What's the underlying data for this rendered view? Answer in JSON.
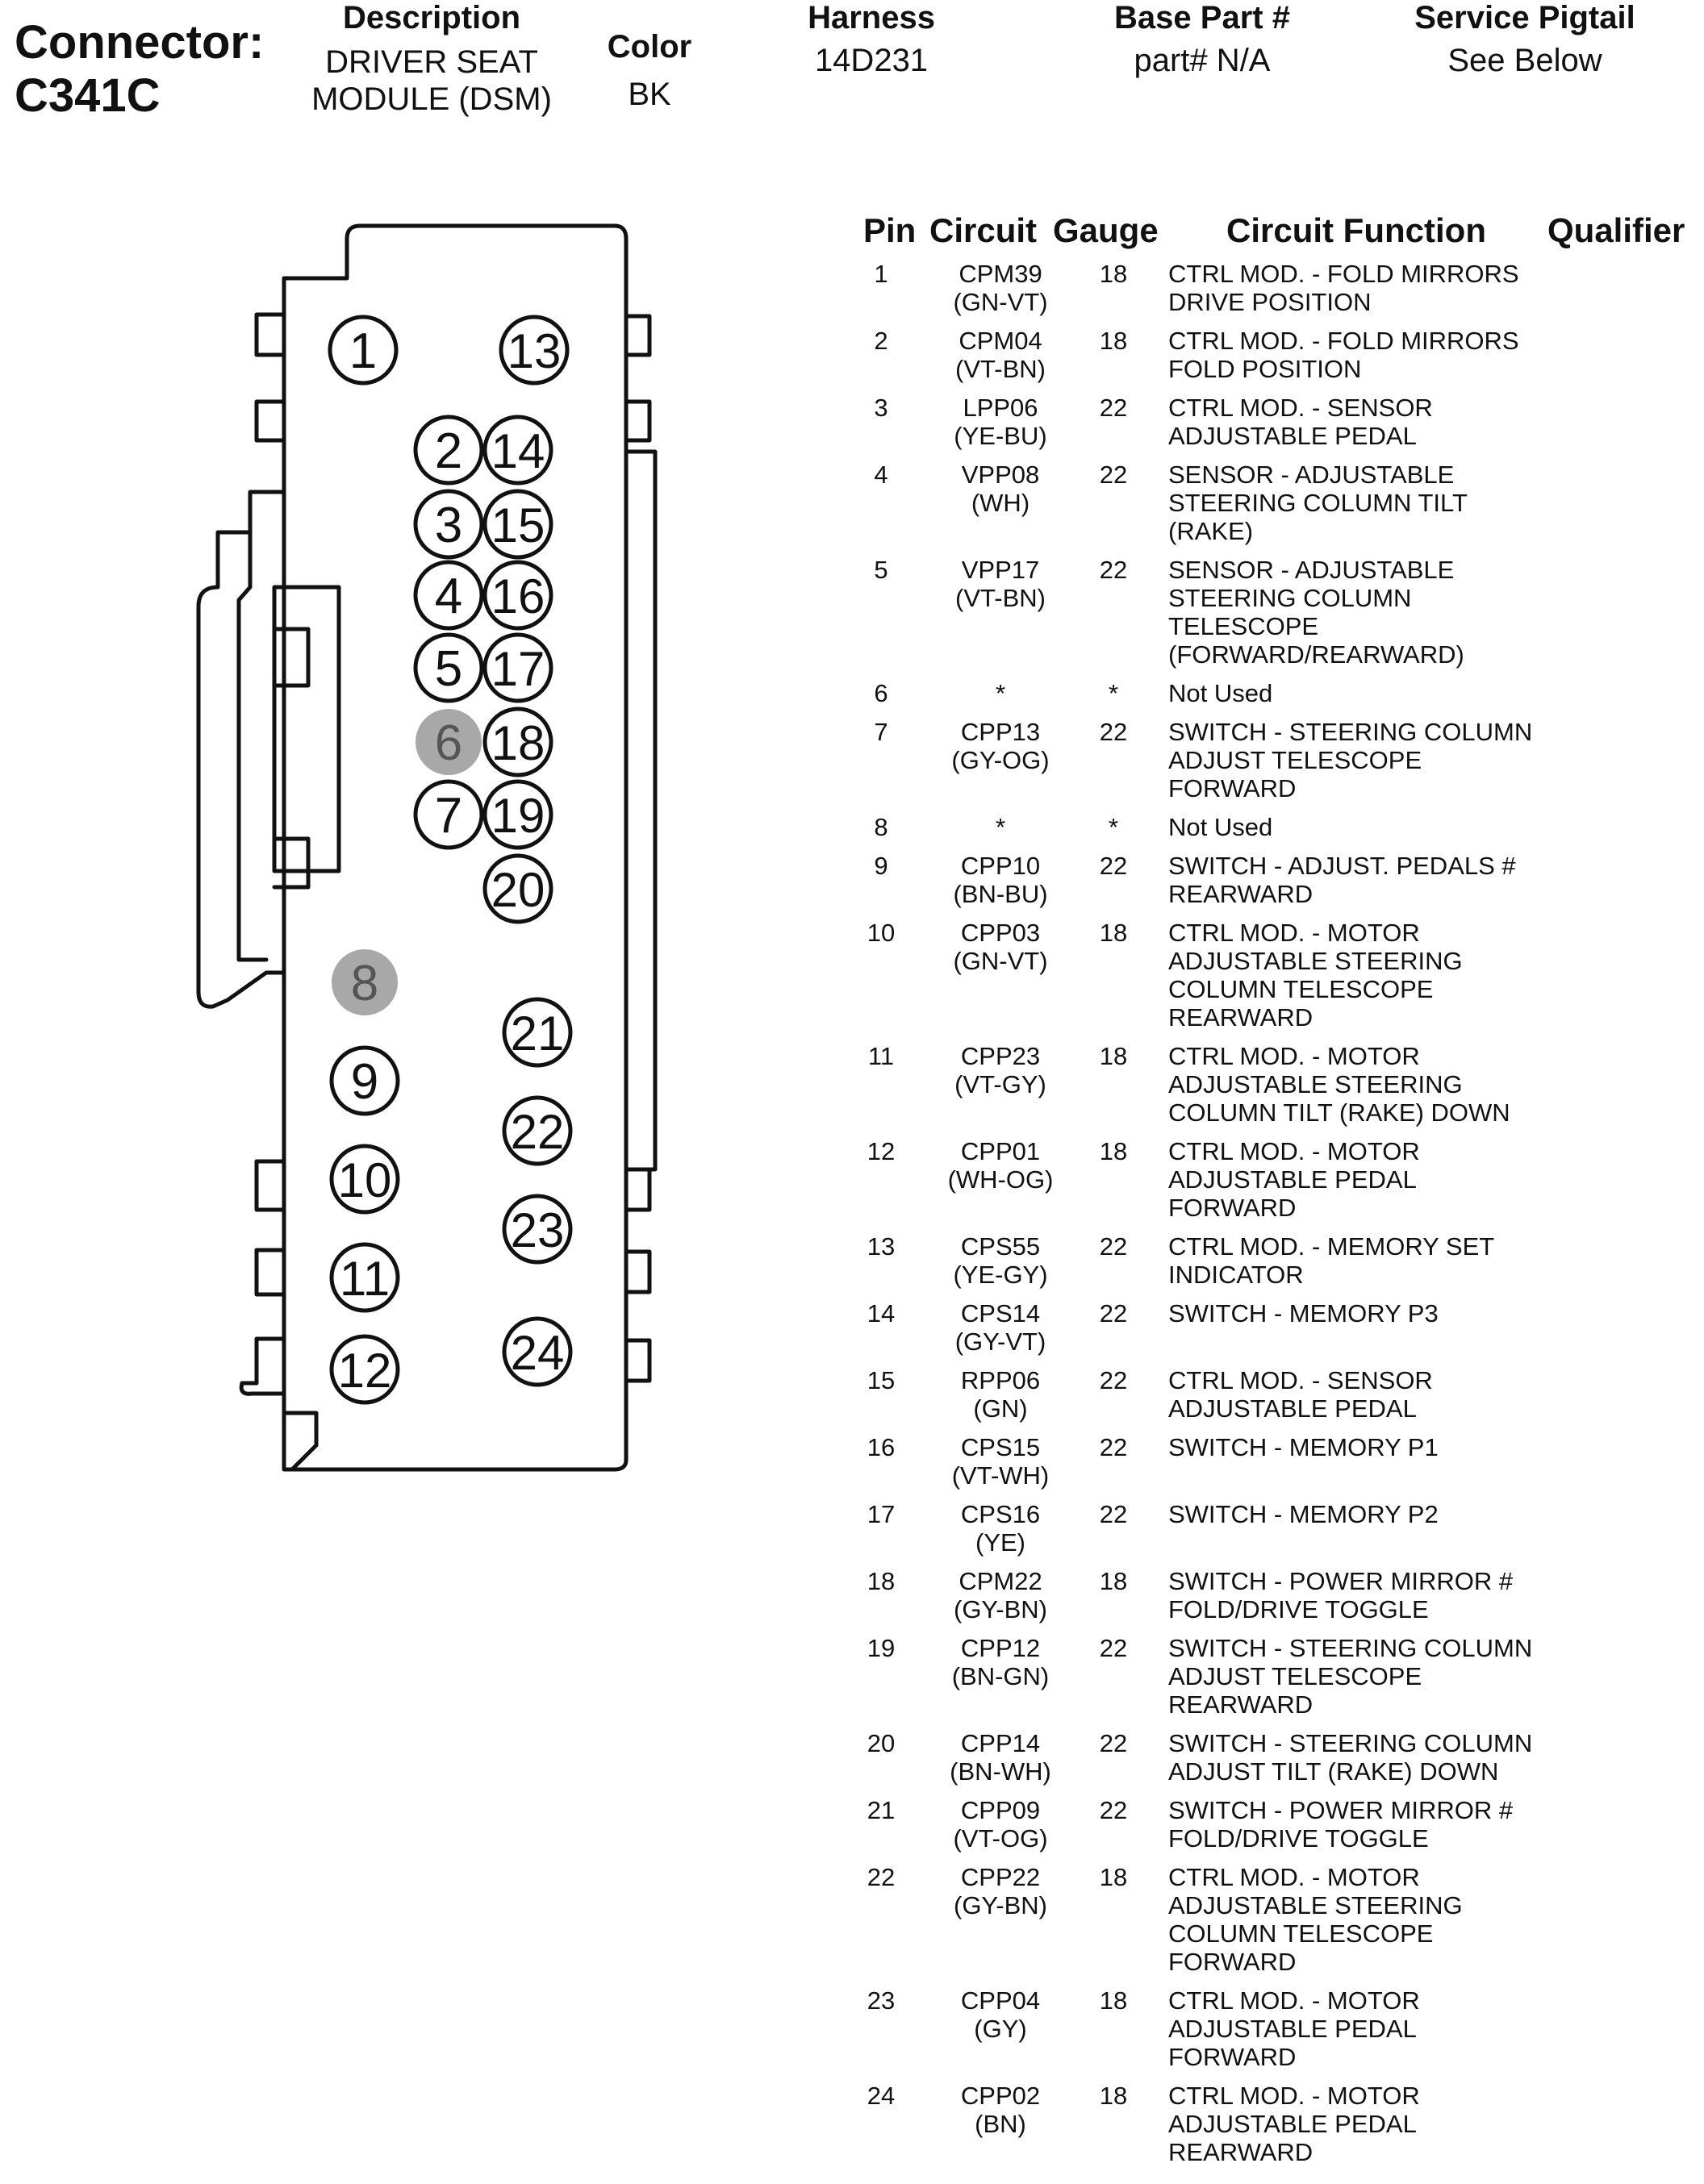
{
  "header": {
    "connector_label": "Connector:",
    "connector_id": "C341C",
    "description_title": "Description",
    "description_lines": [
      "DRIVER SEAT",
      "MODULE (DSM)"
    ],
    "color_title": "Color",
    "color_value": "BK",
    "harness_title": "Harness",
    "harness_value": "14D231",
    "base_part_title": "Base Part #",
    "base_part_value": "part# N/A",
    "pigtail_title": "Service Pigtail",
    "pigtail_value": "See Below"
  },
  "table": {
    "headers": {
      "pin": "Pin",
      "circuit": "Circuit",
      "gauge": "Gauge",
      "function": "Circuit Function",
      "qualifier": "Qualifier"
    },
    "rows": [
      {
        "pin": "1",
        "circuit": [
          "CPM39",
          "(GN-VT)"
        ],
        "gauge": "18",
        "function": [
          "CTRL MOD. - FOLD MIRRORS",
          "DRIVE POSITION"
        ]
      },
      {
        "pin": "2",
        "circuit": [
          "CPM04",
          "(VT-BN)"
        ],
        "gauge": "18",
        "function": [
          "CTRL MOD. - FOLD MIRRORS",
          "FOLD POSITION"
        ]
      },
      {
        "pin": "3",
        "circuit": [
          "LPP06",
          "(YE-BU)"
        ],
        "gauge": "22",
        "function": [
          "CTRL MOD. - SENSOR",
          "ADJUSTABLE PEDAL"
        ]
      },
      {
        "pin": "4",
        "circuit": [
          "VPP08",
          "(WH)"
        ],
        "gauge": "22",
        "function": [
          "SENSOR - ADJUSTABLE",
          "STEERING COLUMN TILT",
          "(RAKE)"
        ]
      },
      {
        "pin": "5",
        "circuit": [
          "VPP17",
          "(VT-BN)"
        ],
        "gauge": "22",
        "function": [
          "SENSOR - ADJUSTABLE",
          "STEERING COLUMN",
          "TELESCOPE",
          "(FORWARD/REARWARD)"
        ]
      },
      {
        "pin": "6",
        "circuit": [
          "*"
        ],
        "gauge": "*",
        "function": [
          "Not Used"
        ]
      },
      {
        "pin": "7",
        "circuit": [
          "CPP13",
          "(GY-OG)"
        ],
        "gauge": "22",
        "function": [
          "SWITCH - STEERING COLUMN",
          "ADJUST TELESCOPE",
          "FORWARD"
        ]
      },
      {
        "pin": "8",
        "circuit": [
          "*"
        ],
        "gauge": "*",
        "function": [
          "Not Used"
        ]
      },
      {
        "pin": "9",
        "circuit": [
          "CPP10",
          "(BN-BU)"
        ],
        "gauge": "22",
        "function": [
          "SWITCH - ADJUST. PEDALS #",
          "REARWARD"
        ]
      },
      {
        "pin": "10",
        "circuit": [
          "CPP03",
          "(GN-VT)"
        ],
        "gauge": "18",
        "function": [
          "CTRL MOD. - MOTOR",
          "ADJUSTABLE STEERING",
          "COLUMN TELESCOPE",
          "REARWARD"
        ]
      },
      {
        "pin": "11",
        "circuit": [
          "CPP23",
          "(VT-GY)"
        ],
        "gauge": "18",
        "function": [
          "CTRL MOD. - MOTOR",
          "ADJUSTABLE STEERING",
          "COLUMN TILT (RAKE) DOWN"
        ]
      },
      {
        "pin": "12",
        "circuit": [
          "CPP01",
          "(WH-OG)"
        ],
        "gauge": "18",
        "function": [
          "CTRL MOD. - MOTOR",
          "ADJUSTABLE PEDAL",
          "FORWARD"
        ]
      },
      {
        "pin": "13",
        "circuit": [
          "CPS55",
          "(YE-GY)"
        ],
        "gauge": "22",
        "function": [
          "CTRL MOD. - MEMORY SET",
          "INDICATOR"
        ]
      },
      {
        "pin": "14",
        "circuit": [
          "CPS14",
          "(GY-VT)"
        ],
        "gauge": "22",
        "function": [
          "SWITCH - MEMORY P3"
        ]
      },
      {
        "pin": "15",
        "circuit": [
          "RPP06",
          "(GN)"
        ],
        "gauge": "22",
        "function": [
          "CTRL MOD. - SENSOR",
          "ADJUSTABLE PEDAL"
        ]
      },
      {
        "pin": "16",
        "circuit": [
          "CPS15",
          "(VT-WH)"
        ],
        "gauge": "22",
        "function": [
          "SWITCH - MEMORY P1"
        ]
      },
      {
        "pin": "17",
        "circuit": [
          "CPS16",
          "(YE)"
        ],
        "gauge": "22",
        "function": [
          "SWITCH - MEMORY P2"
        ]
      },
      {
        "pin": "18",
        "circuit": [
          "CPM22",
          "(GY-BN)"
        ],
        "gauge": "18",
        "function": [
          "SWITCH - POWER MIRROR #",
          "FOLD/DRIVE TOGGLE"
        ]
      },
      {
        "pin": "19",
        "circuit": [
          "CPP12",
          "(BN-GN)"
        ],
        "gauge": "22",
        "function": [
          "SWITCH - STEERING COLUMN",
          "ADJUST TELESCOPE",
          "REARWARD"
        ]
      },
      {
        "pin": "20",
        "circuit": [
          "CPP14",
          "(BN-WH)"
        ],
        "gauge": "22",
        "function": [
          "SWITCH - STEERING COLUMN",
          "ADJUST TILT (RAKE) DOWN"
        ]
      },
      {
        "pin": "21",
        "circuit": [
          "CPP09",
          "(VT-OG)"
        ],
        "gauge": "22",
        "function": [
          "SWITCH - POWER MIRROR #",
          "FOLD/DRIVE TOGGLE"
        ]
      },
      {
        "pin": "22",
        "circuit": [
          "CPP22",
          "(GY-BN)"
        ],
        "gauge": "18",
        "function": [
          "CTRL MOD. - MOTOR",
          "ADJUSTABLE STEERING",
          "COLUMN TELESCOPE",
          "FORWARD"
        ]
      },
      {
        "pin": "23",
        "circuit": [
          "CPP04",
          "(GY)"
        ],
        "gauge": "18",
        "function": [
          "CTRL MOD. - MOTOR",
          "ADJUSTABLE PEDAL",
          "FORWARD"
        ]
      },
      {
        "pin": "24",
        "circuit": [
          "CPP02",
          "(BN)"
        ],
        "gauge": "18",
        "function": [
          "CTRL MOD. - MOTOR",
          "ADJUSTABLE PEDAL",
          "REARWARD"
        ]
      }
    ]
  },
  "connector_pins": [
    {
      "label": "1",
      "used": true
    },
    {
      "label": "2",
      "used": true
    },
    {
      "label": "3",
      "used": true
    },
    {
      "label": "4",
      "used": true
    },
    {
      "label": "5",
      "used": true
    },
    {
      "label": "6",
      "used": false
    },
    {
      "label": "7",
      "used": true
    },
    {
      "label": "8",
      "used": false
    },
    {
      "label": "9",
      "used": true
    },
    {
      "label": "10",
      "used": true
    },
    {
      "label": "11",
      "used": true
    },
    {
      "label": "12",
      "used": true
    },
    {
      "label": "13",
      "used": true
    },
    {
      "label": "14",
      "used": true
    },
    {
      "label": "15",
      "used": true
    },
    {
      "label": "16",
      "used": true
    },
    {
      "label": "17",
      "used": true
    },
    {
      "label": "18",
      "used": true
    },
    {
      "label": "19",
      "used": true
    },
    {
      "label": "20",
      "used": true
    },
    {
      "label": "21",
      "used": true
    },
    {
      "label": "22",
      "used": true
    },
    {
      "label": "23",
      "used": true
    },
    {
      "label": "24",
      "used": true
    }
  ],
  "colors": {
    "unused_pin_fill": "#a8a8a8",
    "line": "#111111"
  }
}
